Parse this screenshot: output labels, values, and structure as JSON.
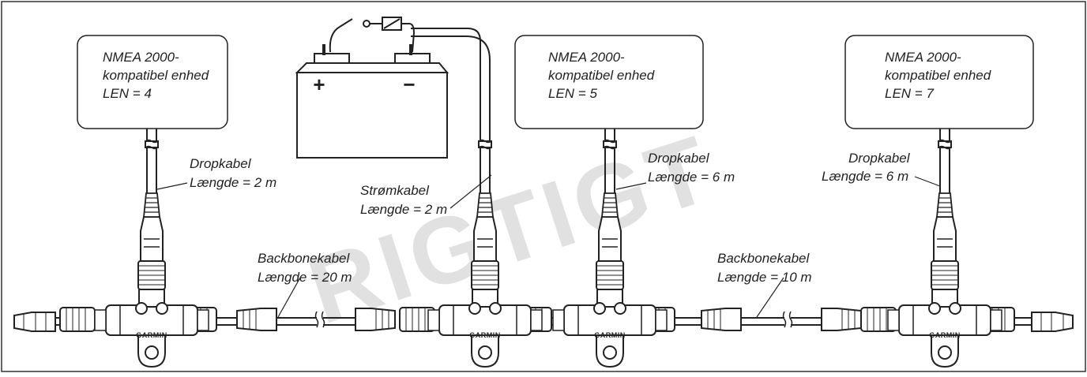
{
  "devices": [
    {
      "line1": "NMEA 2000-",
      "line2": "kompatibel enhed",
      "line3": "LEN = 4"
    },
    {
      "line1": "NMEA 2000-",
      "line2": "kompatibel enhed",
      "line3": "LEN = 5"
    },
    {
      "line1": "NMEA 2000-",
      "line2": "kompatibel enhed",
      "line3": "LEN = 7"
    }
  ],
  "drop_cables": [
    {
      "name": "Dropkabel",
      "length": "Længde = 2 m"
    },
    {
      "name": "Dropkabel",
      "length": "Længde = 6 m"
    },
    {
      "name": "Dropkabel",
      "length": "Længde = 6 m"
    }
  ],
  "power_cable": {
    "name": "Strømkabel",
    "length": "Længde = 2 m"
  },
  "backbone_cables": [
    {
      "name": "Backbonekabel",
      "length": "Længde = 20 m"
    },
    {
      "name": "Backbonekabel",
      "length": "Længde = 10 m"
    }
  ],
  "battery": {
    "plus": "+",
    "minus": "−"
  },
  "connector_logo": "GARMIN",
  "watermark": "RIGTIGT"
}
